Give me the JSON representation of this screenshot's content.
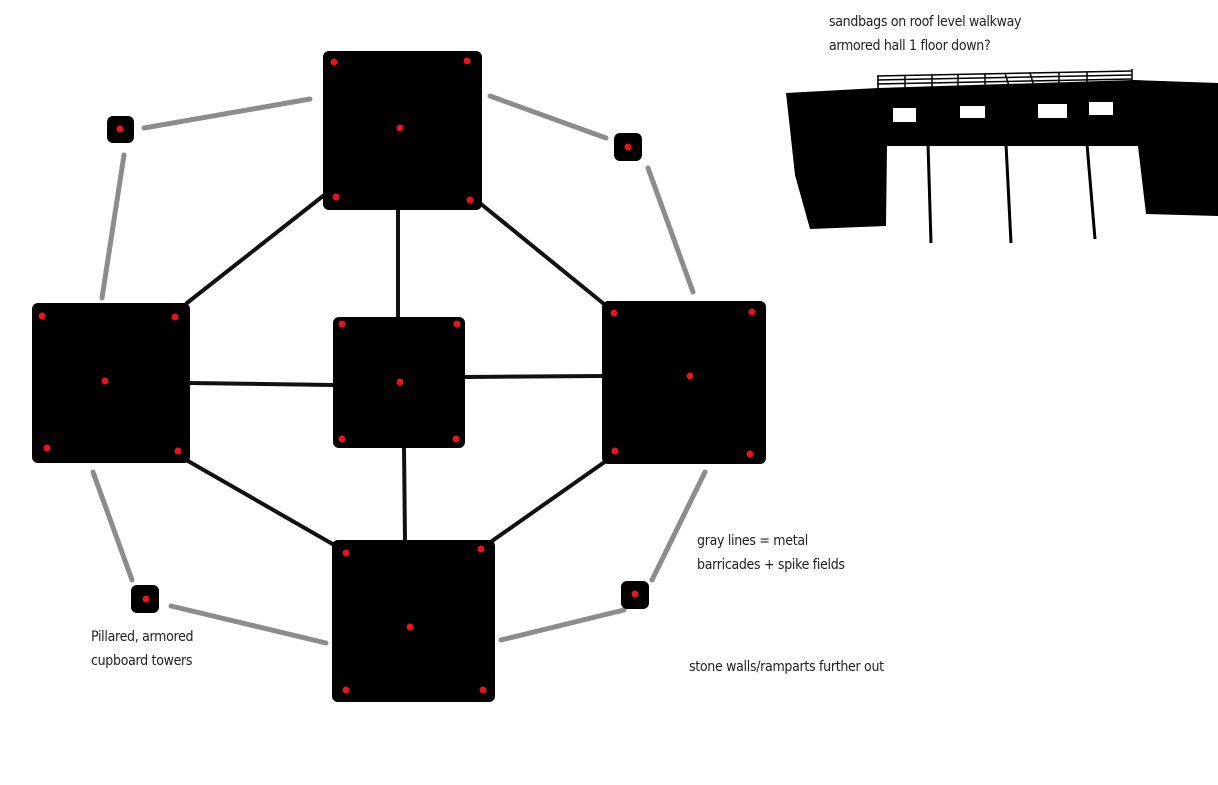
{
  "colors": {
    "background": "#ffffff",
    "block": "#000000",
    "pillar": "#e8141c",
    "inner_wall": "#111111",
    "barricade": "#8c8c8c",
    "text": "#222222"
  },
  "notes": {
    "roof": [
      "sandbags on roof level walkway",
      "armored hall 1 floor down?"
    ],
    "legend": [
      "gray lines = metal",
      "barricades + spike fields"
    ],
    "towers": [
      "Pillared, armored",
      "cupboard towers"
    ],
    "walls": "stone walls/ramparts further out"
  }
}
